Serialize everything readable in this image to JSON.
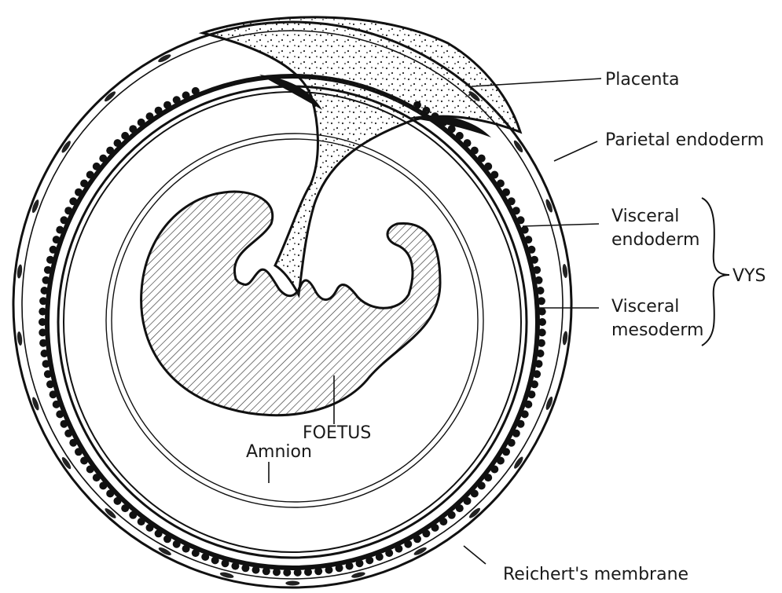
{
  "diagram": {
    "labels": {
      "placenta": "Placenta",
      "parietal_endoderm": "Parietal endoderm",
      "visceral_endoderm_line1": "Visceral",
      "visceral_endoderm_line2": "endoderm",
      "vys": "VYS",
      "visceral_mesoderm_line1": "Visceral",
      "visceral_mesoderm_line2": "mesoderm",
      "foetus": "FOETUS",
      "amnion": "Amnion",
      "reicherts_membrane": "Reichert's membrane"
    }
  }
}
